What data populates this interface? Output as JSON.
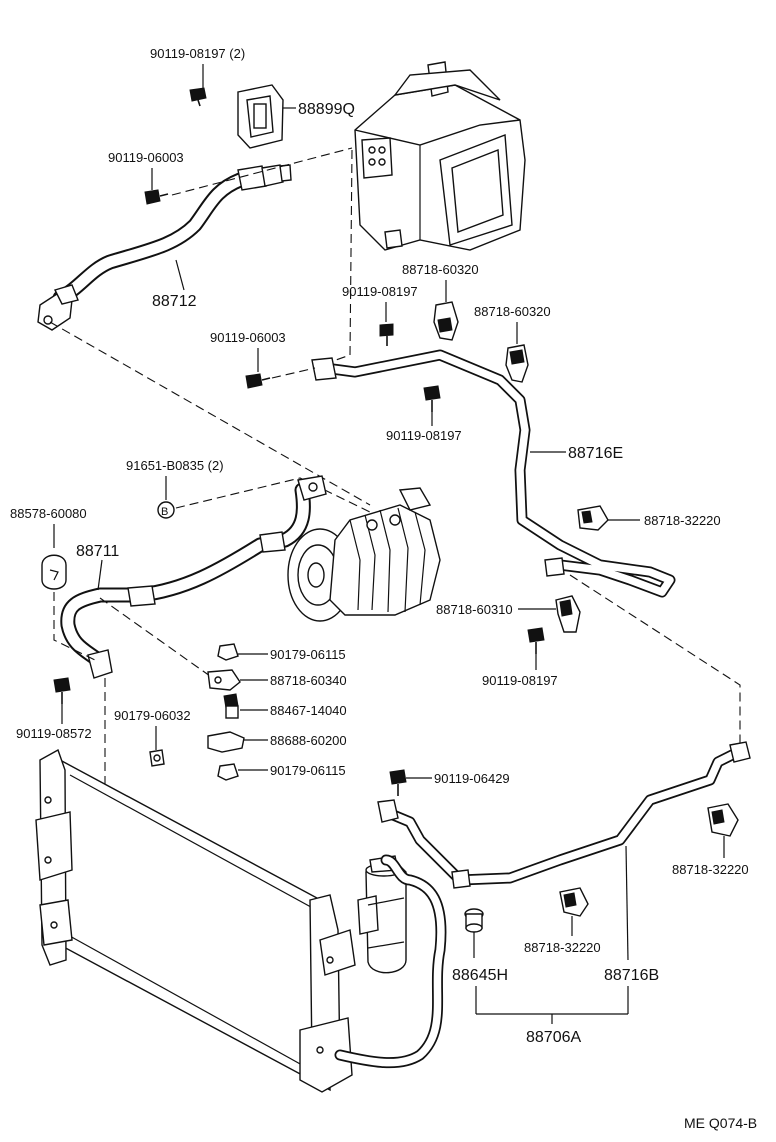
{
  "diagram": {
    "code": "ME Q074-B",
    "labels": {
      "bolt_top": "90119-08197 (2)",
      "packing": "88899Q",
      "bolt_hose_upper": "90119-06003",
      "hose_upper": "88712",
      "clamp_a": "88718-60320",
      "bolt_mid": "90119-08197",
      "clamp_b": "88718-60320",
      "bolt_tube": "90119-06003",
      "bolt_under": "90119-08197",
      "tube_e": "88716E",
      "bolt_b": "91651-B0835 (2)",
      "bolt_b_mark": "B",
      "cap": "88578-60080",
      "hose_lower": "88711",
      "clamp_c": "88718-32220",
      "clamp_d": "88718-60310",
      "bolt_right": "90119-08197",
      "nut_1": "90179-06115",
      "clamp_e": "88718-60340",
      "nut_2": "90179-06032",
      "switch": "88467-14040",
      "bracket": "88688-60200",
      "nut_3": "90179-06115",
      "bolt_lower_left": "90119-08572",
      "bolt_receiver": "90119-06429",
      "clamp_f": "88718-32220",
      "clamp_g": "88718-32220",
      "switch_h": "88645H",
      "tube_b": "88716B",
      "tube_set": "88706A"
    }
  }
}
